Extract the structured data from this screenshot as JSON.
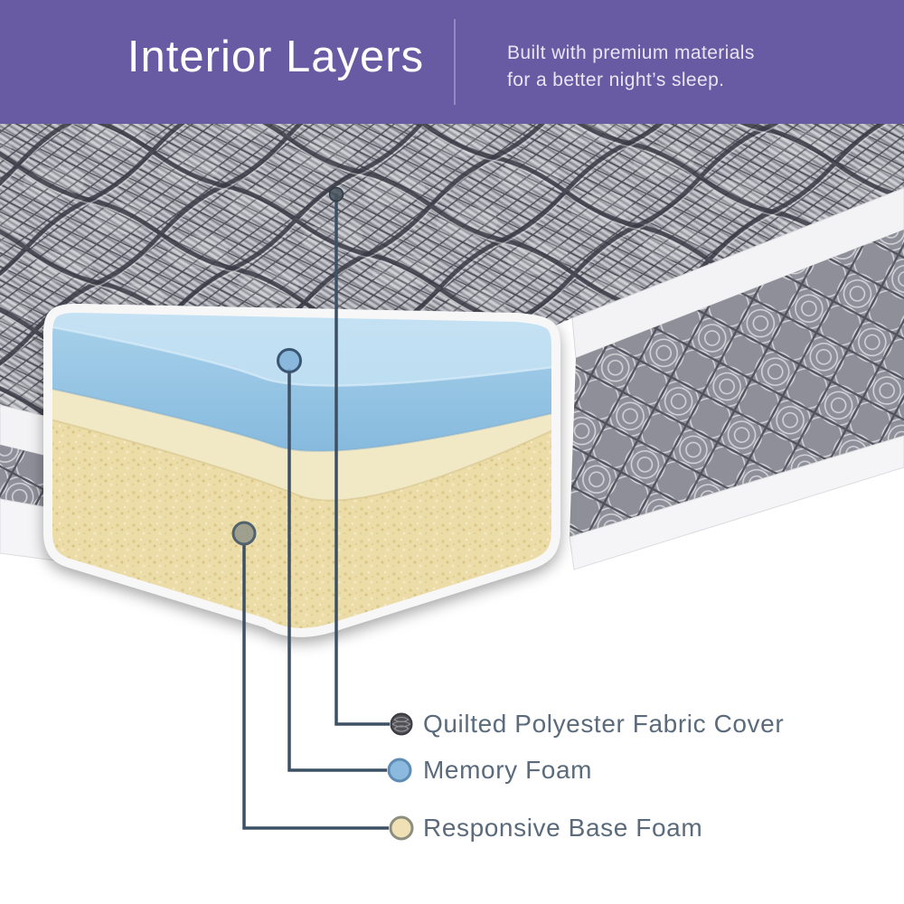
{
  "header": {
    "title": "Interior Layers",
    "subtitle_line1": "Built with premium materials",
    "subtitle_line2": "for a better night’s sleep.",
    "colors": {
      "background": "#685aa3",
      "divider": "#9289c1",
      "title_text": "#ffffff",
      "subtitle_text": "#e9e5f4"
    }
  },
  "diagram": {
    "callout_line_color": "#3d5064",
    "label_text_color": "#5b6b7c",
    "labels": [
      {
        "text": "Quilted Polyester Fabric Cover",
        "dot_color": "#515156",
        "dot_style": "quilted-fabric"
      },
      {
        "text": "Memory Foam",
        "dot_color": "#8cbade",
        "dot_style": "memory-foam"
      },
      {
        "text": "Responsive Base Foam",
        "dot_color": "#efe1b5",
        "dot_style": "base-foam"
      }
    ],
    "layers": [
      {
        "name": "Quilted Polyester Fabric Cover",
        "color": "#a9a9b1"
      },
      {
        "name": "Memory Foam",
        "color": "#a8d2ee"
      },
      {
        "name": "Responsive Base Foam",
        "color": "#ecdda8"
      }
    ]
  }
}
